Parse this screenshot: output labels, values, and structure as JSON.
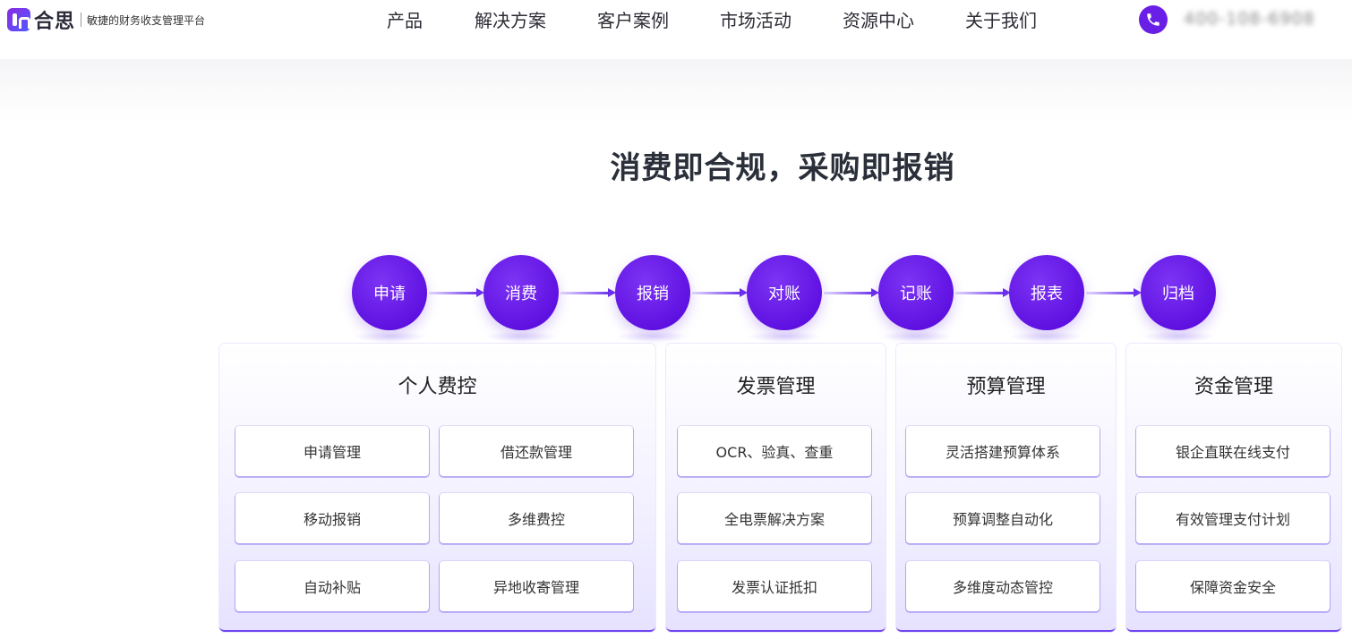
{
  "header": {
    "logo_text": "合思",
    "slogan": "敏捷的财务收支管理平台",
    "nav": [
      "产品",
      "解决方案",
      "客户案例",
      "市场活动",
      "资源中心",
      "关于我们"
    ],
    "phone_number": "400-108-6908"
  },
  "main": {
    "title": "消费即合规，采购即报销",
    "steps": [
      "申请",
      "消费",
      "报销",
      "对账",
      "记账",
      "报表",
      "归档"
    ],
    "panels": [
      {
        "title": "个人费控",
        "items": [
          "申请管理",
          "借还款管理",
          "移动报销",
          "多维费控",
          "自动补贴",
          "异地收寄管理"
        ]
      },
      {
        "title": "发票管理",
        "items": [
          "OCR、验真、查重",
          "全电票解决方案",
          "发票认证抵扣"
        ]
      },
      {
        "title": "预算管理",
        "items": [
          "灵活搭建预算体系",
          "预算调整自动化",
          "多维度动态管控"
        ]
      },
      {
        "title": "资金管理",
        "items": [
          "银企直联在线支付",
          "有效管理支付计划",
          "保障资金安全"
        ]
      }
    ]
  },
  "colors": {
    "accent": "#6a1fe6",
    "step_fill": "#6612e8",
    "panel_border": "#6f45f0"
  },
  "icons": {
    "phone": "phone-icon"
  }
}
